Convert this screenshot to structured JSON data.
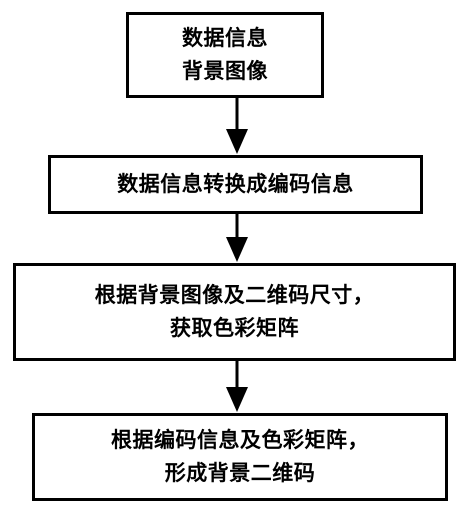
{
  "flowchart": {
    "steps": [
      {
        "lines": [
          "数据信息",
          "背景图像"
        ]
      },
      {
        "lines": [
          "数据信息转换成编码信息"
        ]
      },
      {
        "lines": [
          "根据背景图像及二维码尺寸，",
          "获取色彩矩阵"
        ]
      },
      {
        "lines": [
          "根据编码信息及色彩矩阵，",
          "形成背景二维码"
        ]
      }
    ]
  },
  "colors": {
    "line": "#000000",
    "box_fill": "#ffffff",
    "text": "#000000"
  }
}
